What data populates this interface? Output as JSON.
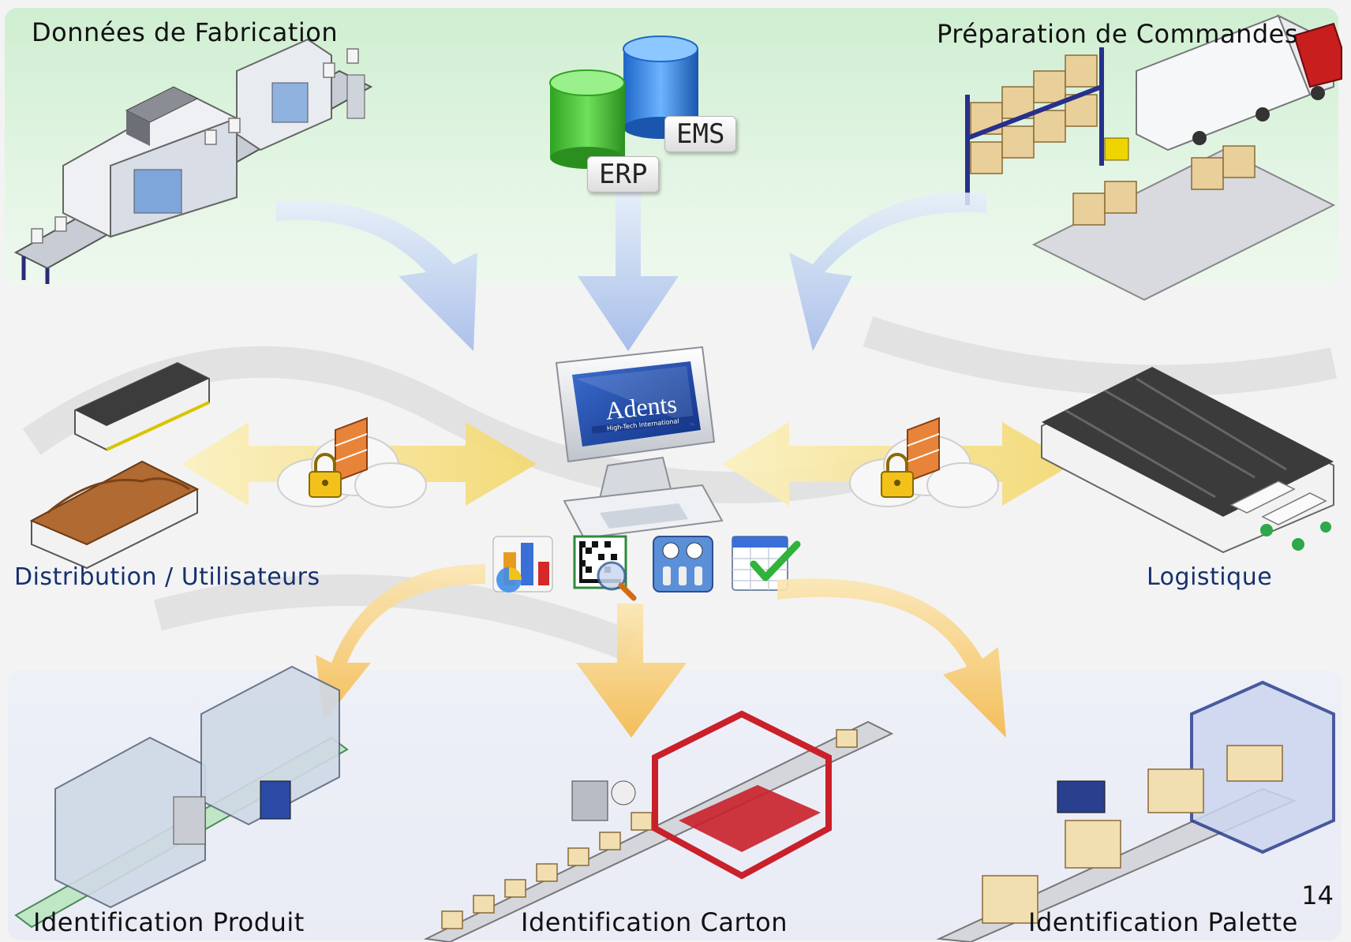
{
  "top": {
    "left_title": "Données de Fabrication",
    "right_title": "Préparation de Commandes",
    "db_erp": "ERP",
    "db_ems": "EMS"
  },
  "middle": {
    "left_label": "Distribution / Utilisateurs",
    "right_label": "Logistique",
    "computer_logo": "Adents",
    "computer_tagline": "High-Tech International"
  },
  "bottom": {
    "left_label": "Identification Produit",
    "center_label": "Identification Carton",
    "right_label": "Identification Palette"
  },
  "page_number": "14",
  "colors": {
    "top_band": "#d8f1d9",
    "bottom_band": "#eceef7",
    "blue_arrow": "#b7c9ee",
    "orange_arrow": "#f7c96b",
    "yellow_arrow": "#f6e49a",
    "db_green": "#3fbf2f",
    "db_blue": "#2e7fe0"
  }
}
